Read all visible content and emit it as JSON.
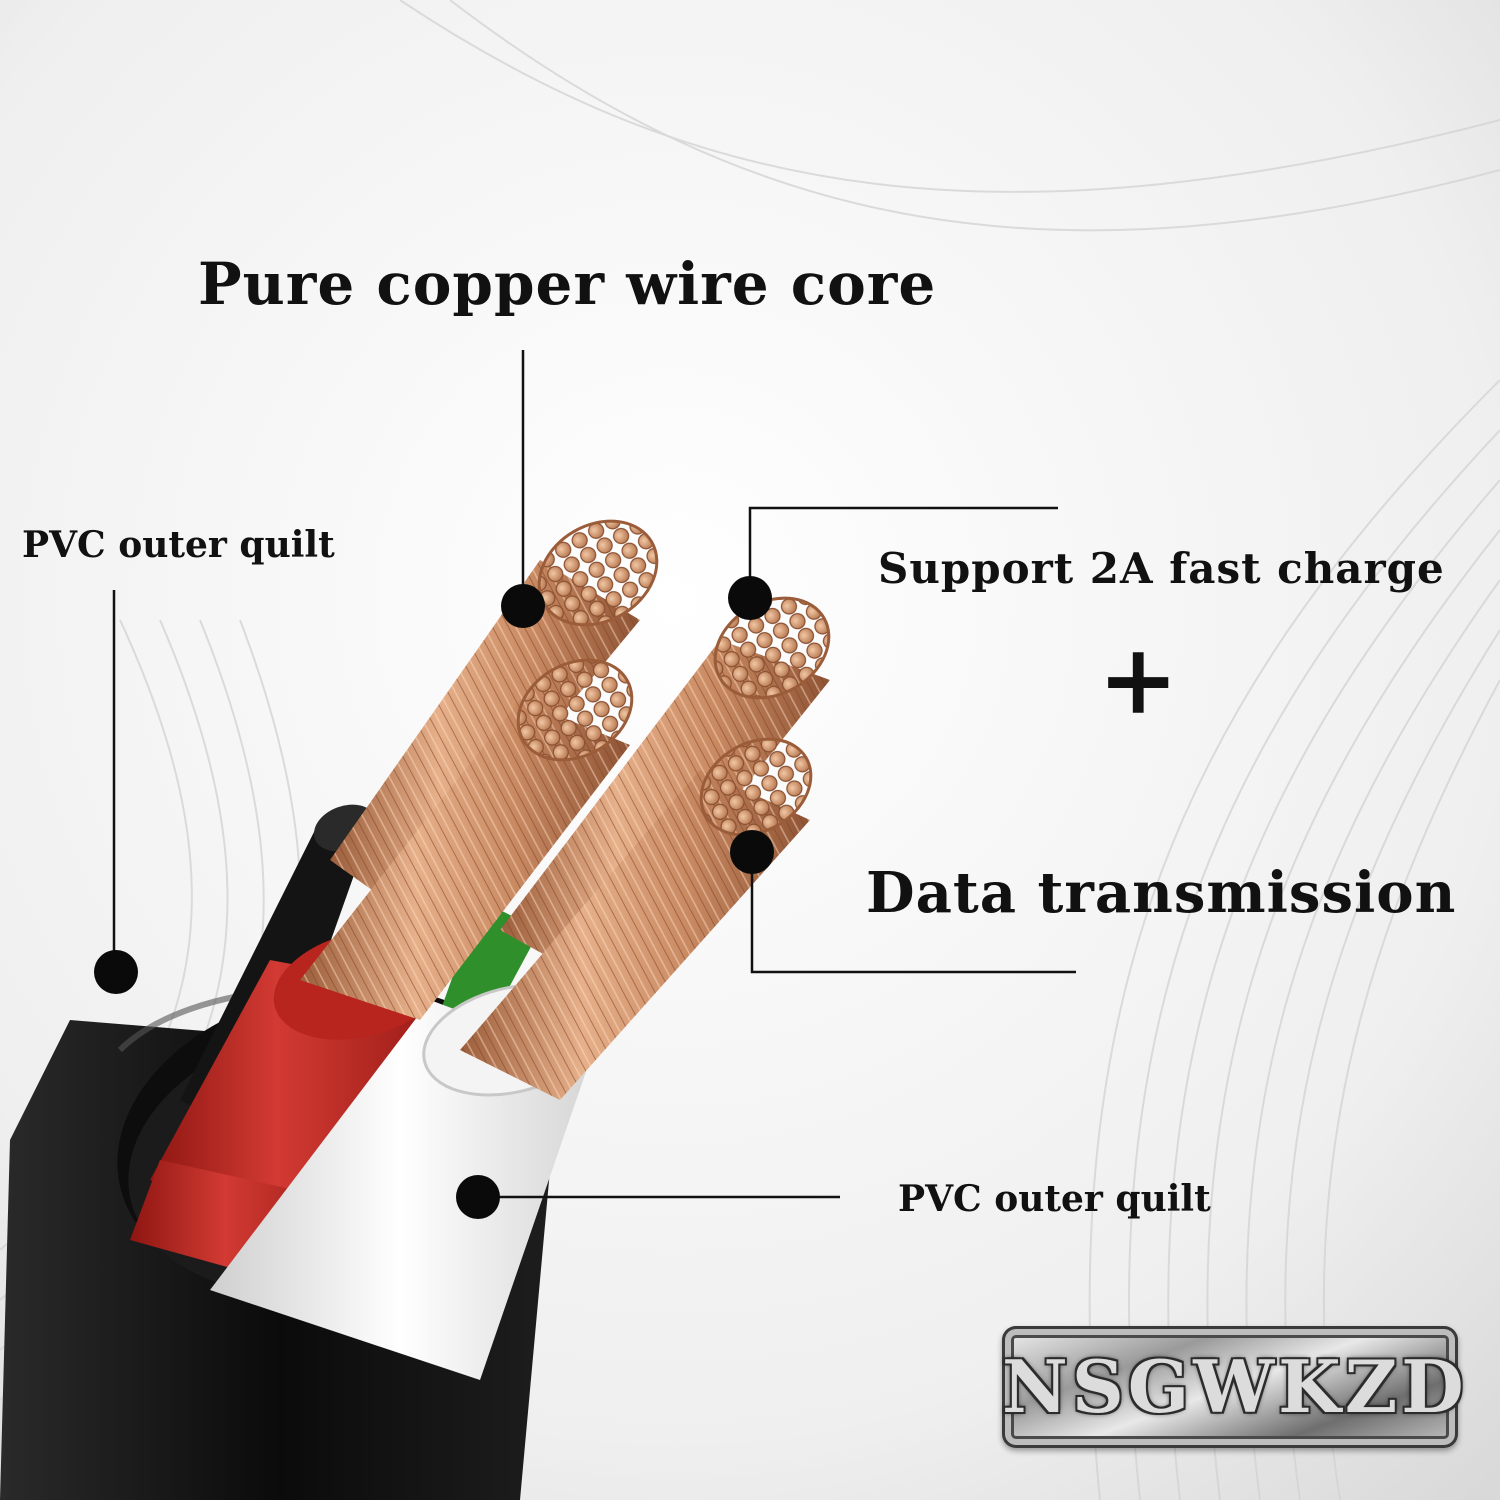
{
  "labels": {
    "copper_core": "Pure copper wire core",
    "pvc_left": "PVC outer quilt",
    "fast_charge": "Support 2A fast charge",
    "plus": "+",
    "data_transmission": "Data transmission",
    "pvc_bottom": "PVC outer quilt"
  },
  "logo": {
    "text": "NSGWKZD"
  },
  "colors": {
    "background": "#f2f2f2",
    "jacket": "#111111",
    "copper": "#c98a62",
    "red_insulation": "#c52a24",
    "white_insulation": "#f0f0f0",
    "green_insulation": "#2f8f2a",
    "callout": "#111111"
  }
}
